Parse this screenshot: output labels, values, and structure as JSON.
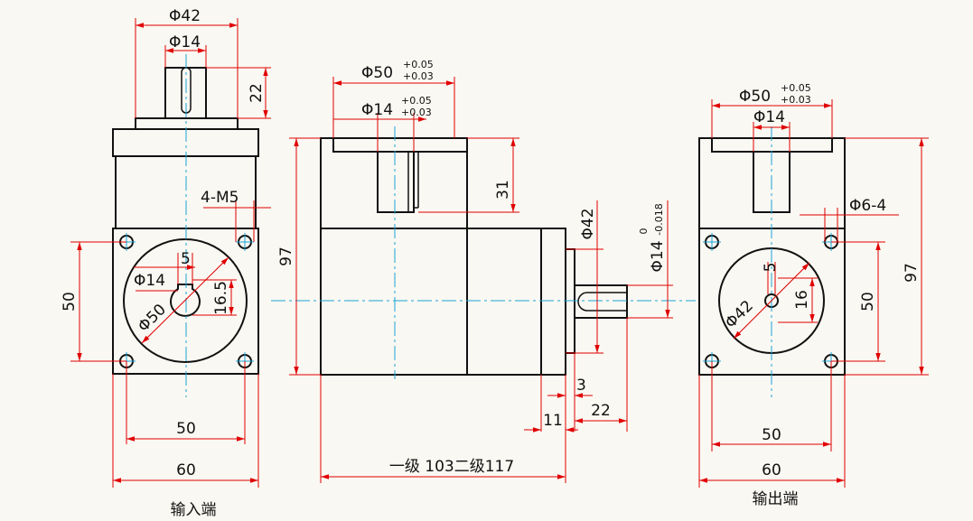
{
  "input_view": {
    "title": "输入端",
    "dims": {
      "phi42": "Φ42",
      "phi14": "Φ14",
      "shaft_len": "22",
      "holes": "4-M5",
      "bore": "Φ14",
      "key": "5",
      "key_depth": "16.5",
      "pcd": "Φ50",
      "hole_v": "50",
      "hole_h": "50",
      "width": "60"
    }
  },
  "side_view": {
    "dims": {
      "pilot": "Φ50",
      "pilot_tol_upper": "+0.05",
      "pilot_tol_lower": "+0.03",
      "bore": "Φ14",
      "bore_tol_upper": "+0.05",
      "bore_tol_lower": "+0.03",
      "bore_depth": "31",
      "height": "97",
      "flange": "Φ42",
      "shaft": "Φ14",
      "shaft_tol_upper": "0",
      "shaft_tol_lower": "-0.018",
      "d3": "3",
      "d11": "11",
      "d22": "22",
      "length": "一级 103二级117"
    }
  },
  "output_view": {
    "title": "输出端",
    "dims": {
      "pilot": "Φ50",
      "pilot_tol_upper": "+0.05",
      "pilot_tol_lower": "+0.03",
      "bore": "Φ14",
      "holes": "Φ6-4",
      "key": "5",
      "key_depth": "16",
      "pcd": "Φ42",
      "hole_v": "50",
      "height": "97",
      "hole_h": "50",
      "width": "60"
    }
  },
  "colors": {
    "outline": "#111111",
    "dimension": "#e00000",
    "centerline": "#1aa3d6",
    "background": "#faf8f2"
  }
}
